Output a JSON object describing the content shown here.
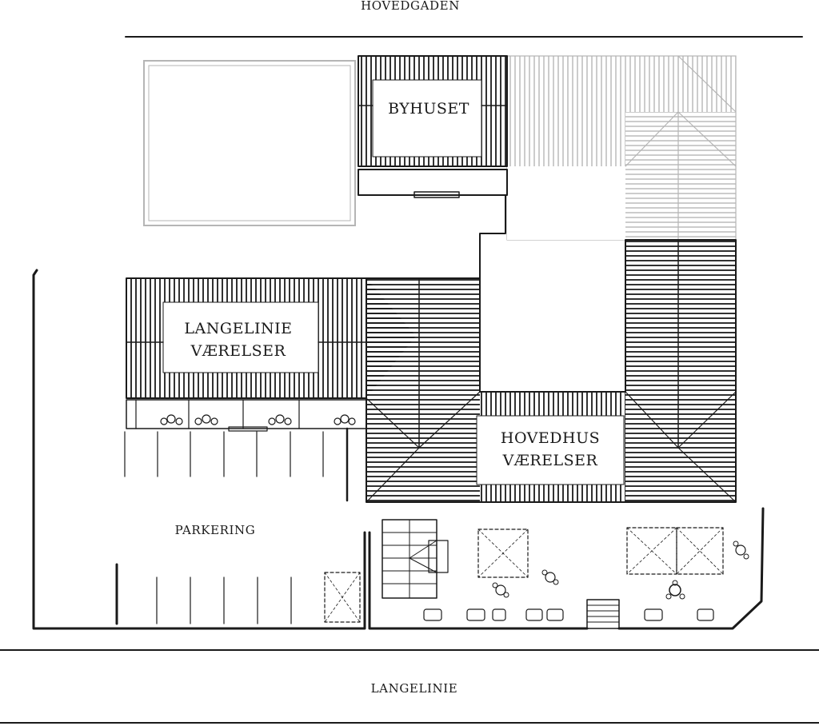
{
  "streets": {
    "top": "HOVEDGADEN",
    "bottom": "LANGELINIE"
  },
  "buildings": {
    "byhuset": "BYHUSET",
    "langelinie_line1": "LANGELINIE",
    "langelinie_line2": "VÆRELSER",
    "hovedhus_line1": "HOVEDHUS",
    "hovedhus_line2": "VÆRELSER"
  },
  "areas": {
    "parking": "PARKERING"
  },
  "colors": {
    "ink": "#1a1a1a",
    "faded": "#b5b5b5",
    "background": "#ffffff"
  }
}
